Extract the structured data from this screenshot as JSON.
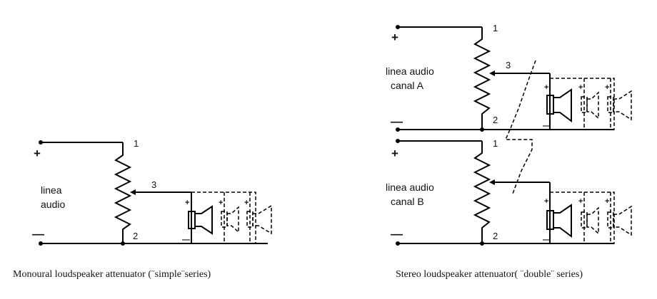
{
  "mono": {
    "plus": "+",
    "minus": "—",
    "input_label_line1": "linea",
    "input_label_line2": "audio",
    "pin1": "1",
    "pin2": "2",
    "pin3": "3",
    "spk_plus": "+",
    "spk_minus": "—",
    "caption": "Monoural loudspeaker attenuator (¨simple¨series)"
  },
  "stereo": {
    "a": {
      "plus": "+",
      "minus": "—",
      "input_label_line1": "linea audio",
      "input_label_line2": "canal A",
      "pin1": "1",
      "pin2": "2",
      "pin3": "3",
      "spk_plus": "+",
      "spk_minus": "—"
    },
    "b": {
      "plus": "+",
      "minus": "—",
      "input_label_line1": "linea audio",
      "input_label_line2": "canal B",
      "pin1": "1",
      "pin2": "2",
      "spk_plus": "+",
      "spk_minus": "—"
    },
    "caption": "Stereo loudspeaker attenuator( ¨double¨ series)"
  }
}
